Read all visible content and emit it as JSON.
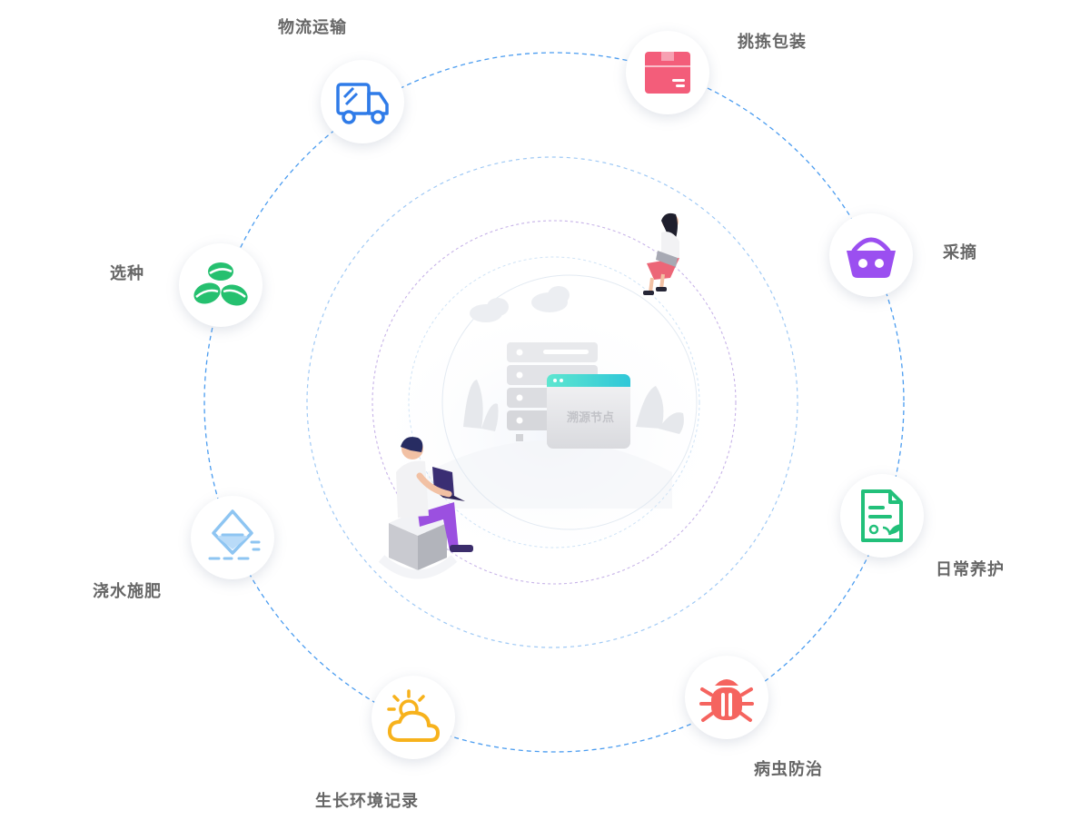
{
  "diagram": {
    "center": {
      "label": "溯源节点"
    },
    "nodes": [
      {
        "id": "logistics",
        "label": "物流运输",
        "icon": "truck-icon",
        "color": "#2f7be8"
      },
      {
        "id": "packing",
        "label": "挑拣包装",
        "icon": "box-icon",
        "color": "#f35d7a"
      },
      {
        "id": "picking",
        "label": "采摘",
        "icon": "basket-icon",
        "color": "#9b4ff0"
      },
      {
        "id": "care",
        "label": "日常养护",
        "icon": "document-leaf-icon",
        "color": "#22c07a"
      },
      {
        "id": "pest",
        "label": "病虫防治",
        "icon": "bug-icon",
        "color": "#f5645f"
      },
      {
        "id": "environment",
        "label": "生长环境记录",
        "icon": "sun-cloud-icon",
        "color": "#f7b21c"
      },
      {
        "id": "watering",
        "label": "浇水施肥",
        "icon": "water-icon",
        "color": "#8ec5f2"
      },
      {
        "id": "seed",
        "label": "选种",
        "icon": "seeds-icon",
        "color": "#25c06f"
      }
    ],
    "colors": {
      "ring": "#4a9cf0",
      "label": "#666666",
      "server_tab": "#2fd3c8"
    }
  }
}
